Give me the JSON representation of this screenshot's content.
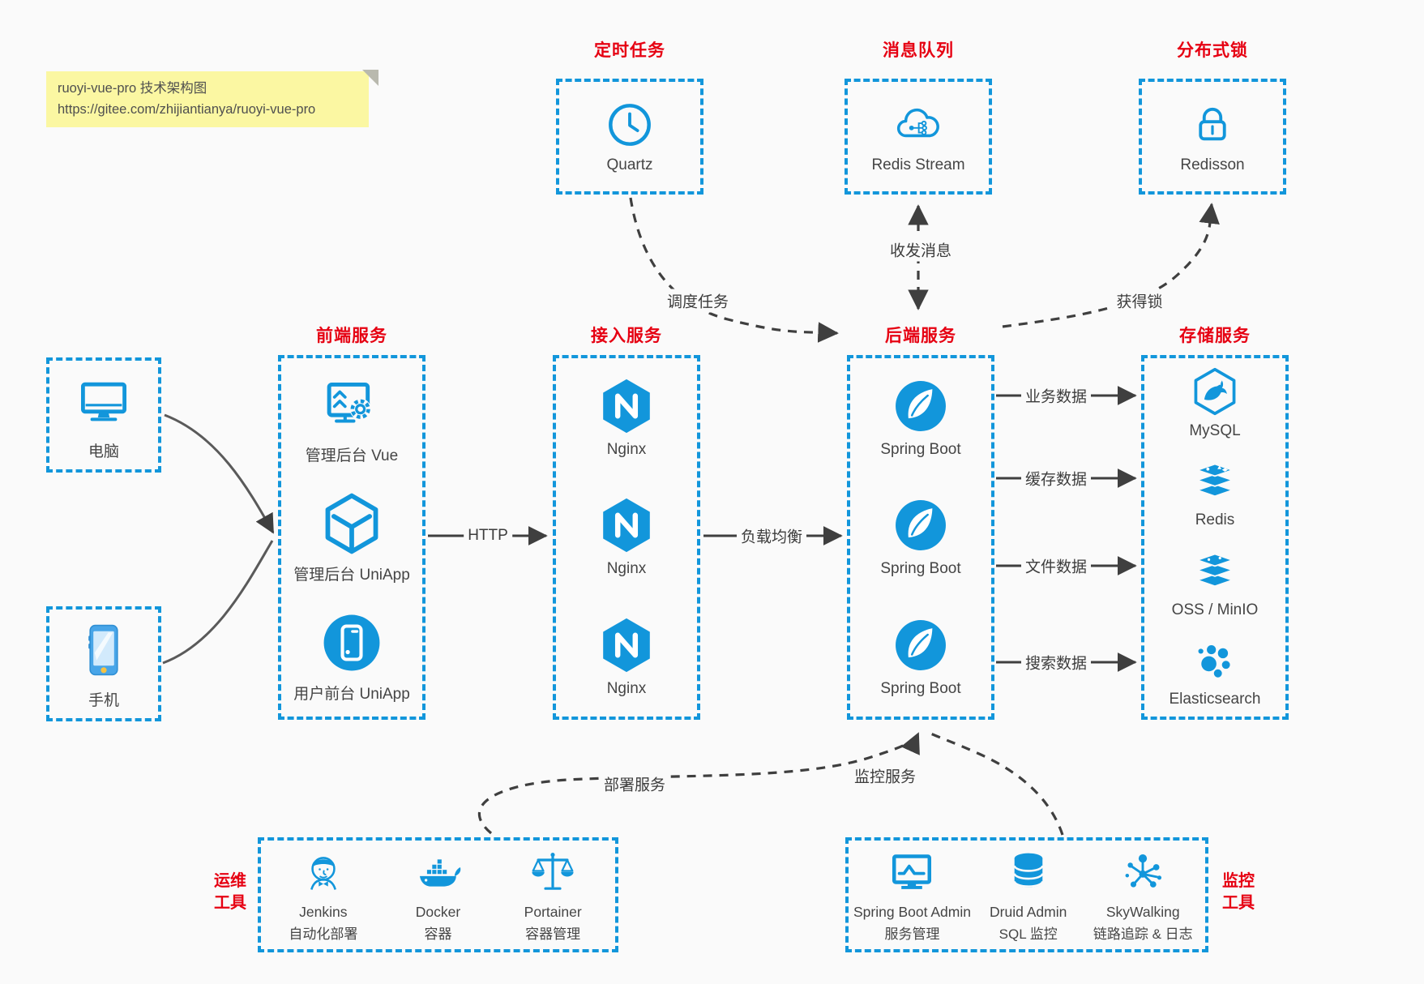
{
  "note": {
    "line1": "ruoyi-vue-pro 技术架构图",
    "line2": "https://gitee.com/zhijiantianya/ruoyi-vue-pro"
  },
  "colors": {
    "accent_blue": "#1296db",
    "title_red": "#e60012",
    "text_gray": "#454545",
    "note_bg": "#fbf7a2",
    "background": "#fafafa",
    "connector_dark": "#3f3f3f"
  },
  "top_groups": [
    {
      "title": "定时任务",
      "item": {
        "icon": "clock-icon",
        "label": "Quartz"
      }
    },
    {
      "title": "消息队列",
      "item": {
        "icon": "cloud-stream-icon",
        "label": "Redis Stream"
      }
    },
    {
      "title": "分布式锁",
      "item": {
        "icon": "lock-icon",
        "label": "Redisson"
      }
    }
  ],
  "clients": [
    {
      "icon": "desktop-icon",
      "label": "电脑"
    },
    {
      "icon": "phone-icon",
      "label": "手机"
    }
  ],
  "columns": [
    {
      "title": "前端服务",
      "items": [
        {
          "icon": "admin-vue-icon",
          "label": "管理后台 Vue"
        },
        {
          "icon": "uniapp-cube-icon",
          "label": "管理后台 UniApp"
        },
        {
          "icon": "uniapp-circle-icon",
          "label": "用户前台 UniApp"
        }
      ]
    },
    {
      "title": "接入服务",
      "items": [
        {
          "icon": "nginx-icon",
          "label": "Nginx"
        },
        {
          "icon": "nginx-icon",
          "label": "Nginx"
        },
        {
          "icon": "nginx-icon",
          "label": "Nginx"
        }
      ]
    },
    {
      "title": "后端服务",
      "items": [
        {
          "icon": "spring-icon",
          "label": "Spring Boot"
        },
        {
          "icon": "spring-icon",
          "label": "Spring Boot"
        },
        {
          "icon": "spring-icon",
          "label": "Spring Boot"
        }
      ]
    },
    {
      "title": "存储服务",
      "items": [
        {
          "icon": "mysql-icon",
          "label": "MySQL"
        },
        {
          "icon": "redis-icon",
          "label": "Redis"
        },
        {
          "icon": "stack-icon",
          "label": "OSS / MinIO"
        },
        {
          "icon": "elastic-icon",
          "label": "Elasticsearch"
        }
      ]
    }
  ],
  "bottom_groups": [
    {
      "title_lines": [
        "运维",
        "工具"
      ],
      "items": [
        {
          "icon": "jenkins-icon",
          "label": "Jenkins",
          "sublabel": "自动化部署"
        },
        {
          "icon": "docker-icon",
          "label": "Docker",
          "sublabel": "容器"
        },
        {
          "icon": "portainer-icon",
          "label": "Portainer",
          "sublabel": "容器管理"
        }
      ]
    },
    {
      "title_lines": [
        "监控",
        "工具"
      ],
      "items": [
        {
          "icon": "springboot-admin-icon",
          "label": "Spring Boot Admin",
          "sublabel": "服务管理"
        },
        {
          "icon": "druid-icon",
          "label": "Druid Admin",
          "sublabel": "SQL 监控"
        },
        {
          "icon": "skywalking-icon",
          "label": "SkyWalking",
          "sublabel": "链路追踪 & 日志"
        }
      ]
    }
  ],
  "edge_labels": {
    "http": "HTTP",
    "load_balance": "负载均衡",
    "schedule_task": "调度任务",
    "send_receive": "收发消息",
    "acquire_lock": "获得锁",
    "business_data": "业务数据",
    "cache_data": "缓存数据",
    "file_data": "文件数据",
    "search_data": "搜索数据",
    "deploy_service": "部署服务",
    "monitor_service": "监控服务"
  }
}
